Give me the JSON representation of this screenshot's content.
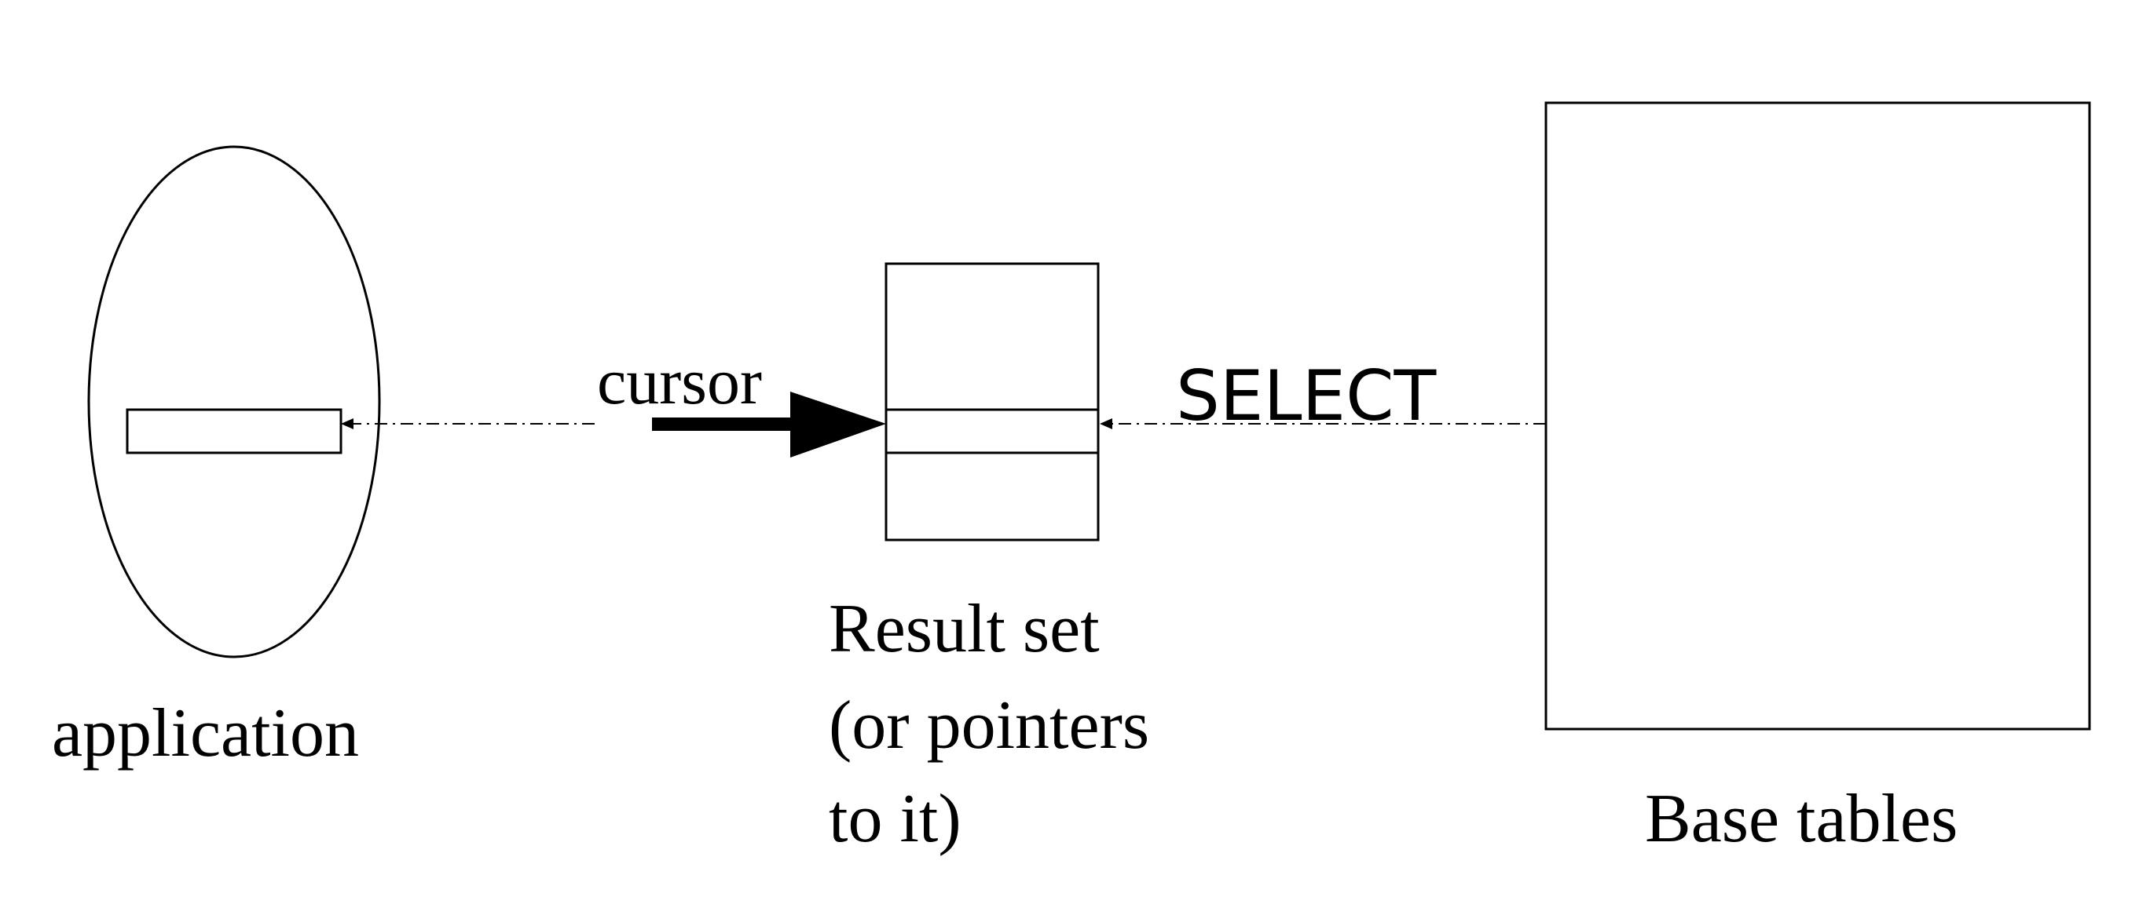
{
  "labels": {
    "application": "application",
    "cursor": "cursor",
    "select": "SELECT",
    "result_set_lines": [
      "Result set",
      "(or pointers",
      "to it)"
    ],
    "base_tables": "Base tables"
  },
  "colors": {
    "stroke": "#000000",
    "background": "#ffffff"
  }
}
